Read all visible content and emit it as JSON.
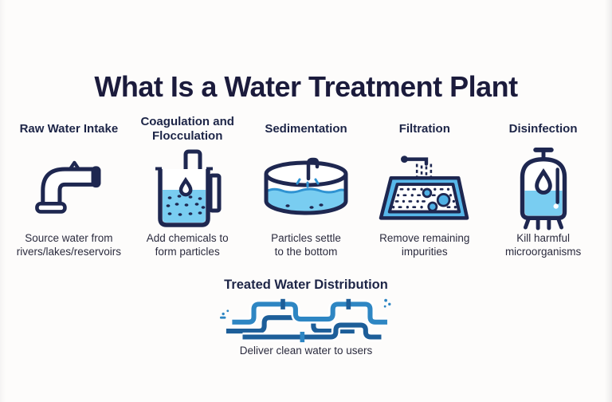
{
  "page": {
    "title": "What Is a Water Treatment Plant"
  },
  "colors": {
    "bg": "#fdfcfb",
    "titleColor": "#1b1b3c",
    "heading": "#1d2547",
    "caption": "#2b2b3e",
    "navy": "#1e2750",
    "water": "#79cdf1",
    "wave": "#2f93d2",
    "blob": "#4fb0e4",
    "tray": "#57b7e9",
    "pipeDark": "#1d5e99",
    "pipeMid": "#2e86c3"
  },
  "stages": [
    {
      "title": "Raw Water Intake",
      "caption": "Source water from\nrivers/lakes/reservoirs",
      "icon": "pipe-intake-icon"
    },
    {
      "title": "Coagulation and\nFlocculation",
      "caption": "Add chemicals to\nform particles",
      "icon": "beaker-icon"
    },
    {
      "title": "Sedimentation",
      "caption": "Particles settle\nto the bottom",
      "icon": "settling-tank-icon"
    },
    {
      "title": "Filtration",
      "caption": "Remove remaining\nimpurities",
      "icon": "filter-bed-icon"
    },
    {
      "title": "Disinfection",
      "caption": "Kill harmful\nmicroorganisms",
      "icon": "disinfection-tank-icon"
    }
  ],
  "distribution": {
    "title": "Treated Water Distribution",
    "caption": "Deliver clean water to users",
    "icon": "pipe-network-icon"
  }
}
